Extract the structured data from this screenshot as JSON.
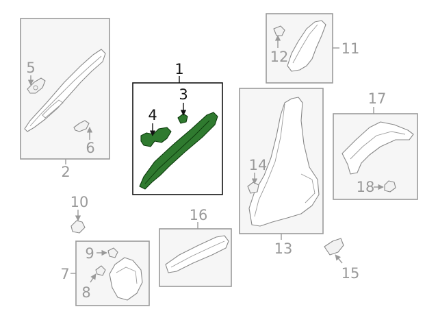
{
  "diagram": {
    "callouts": {
      "c1": "1",
      "c2": "2",
      "c3": "3",
      "c4": "4",
      "c5": "5",
      "c6": "6",
      "c7": "7",
      "c8": "8",
      "c9": "9",
      "c10": "10",
      "c11": "11",
      "c12": "12",
      "c13": "13",
      "c14": "14",
      "c15": "15",
      "c16": "16",
      "c17": "17",
      "c18": "18"
    },
    "highlighted_group": "1",
    "colors": {
      "highlight_fill": "#2f7a2f",
      "highlight_outline": "#0c3a0c",
      "box_border": "#9a9a9a",
      "label_gray": "#999999",
      "label_active": "#111111"
    }
  }
}
